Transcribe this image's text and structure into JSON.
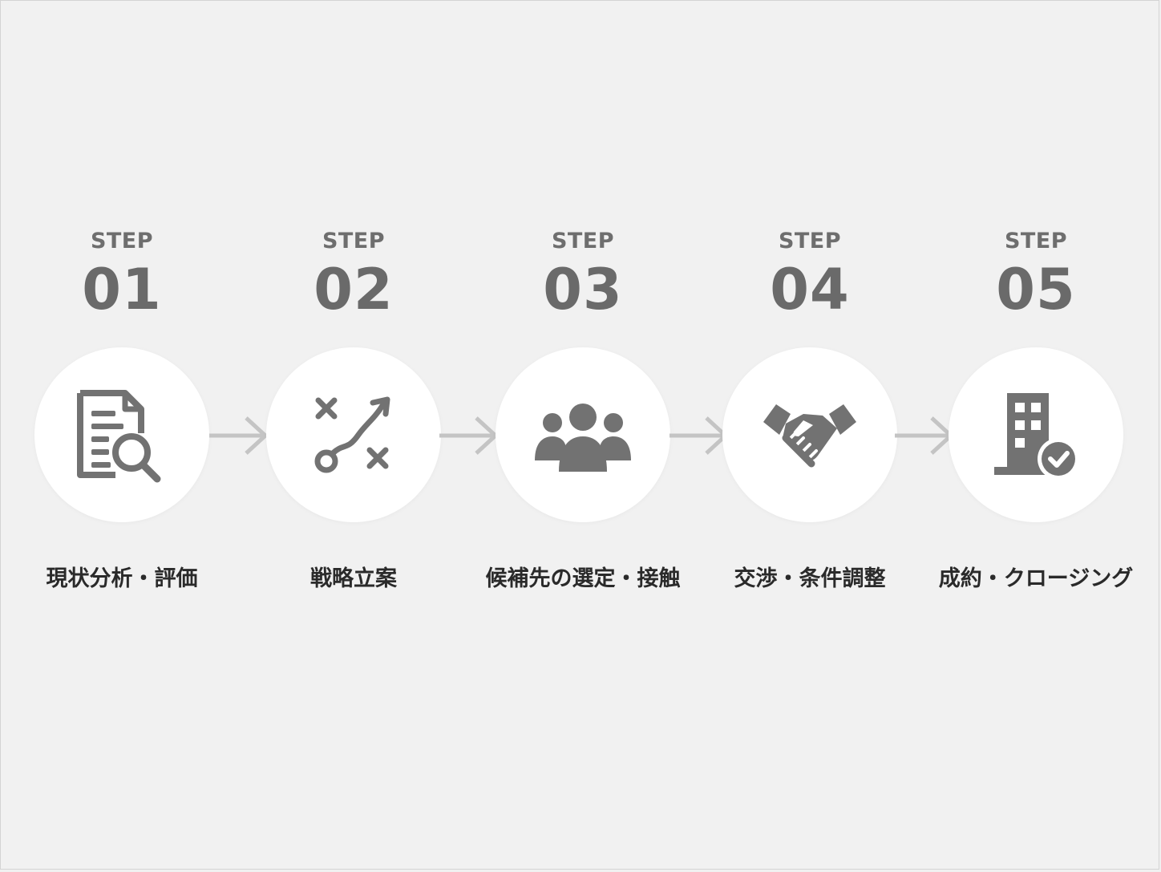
{
  "steps": [
    {
      "label": "STEP",
      "number": "01",
      "title": "現状分析・評価",
      "icon": "document-search-icon"
    },
    {
      "label": "STEP",
      "number": "02",
      "title": "戦略立案",
      "icon": "strategy-play-icon"
    },
    {
      "label": "STEP",
      "number": "03",
      "title": "候補先の選定・接触",
      "icon": "group-people-icon"
    },
    {
      "label": "STEP",
      "number": "04",
      "title": "交渉・条件調整",
      "icon": "handshake-icon"
    },
    {
      "label": "STEP",
      "number": "05",
      "title": "成約・クロージング",
      "icon": "building-check-icon"
    }
  ],
  "colors": {
    "background": "#f1f1f1",
    "circle": "#ffffff",
    "icon": "#727272",
    "arrow": "#c4c4c4",
    "title_text": "#2a2a2a",
    "step_text": "#6e6e6e"
  }
}
